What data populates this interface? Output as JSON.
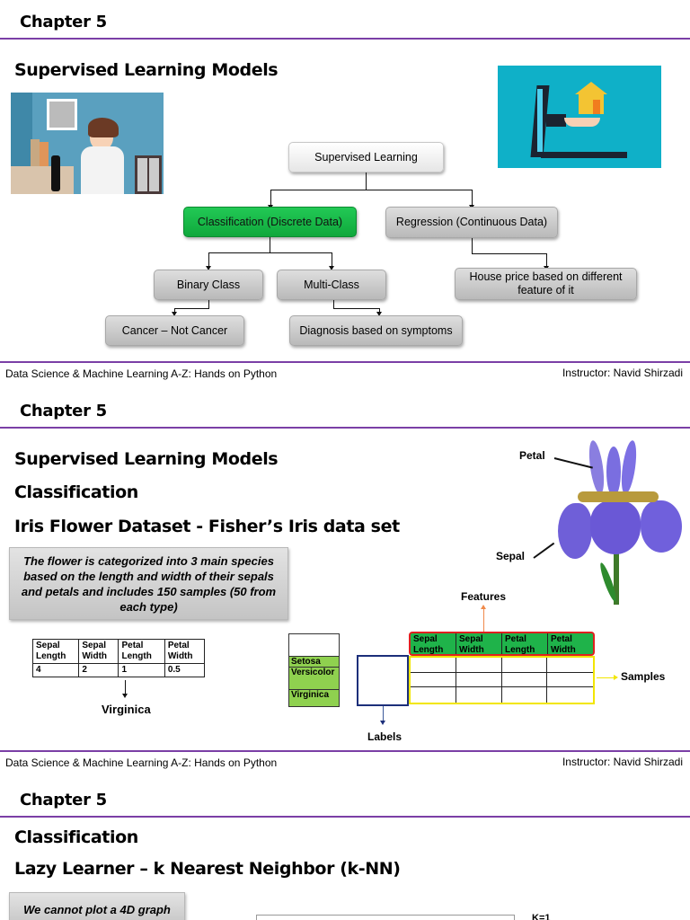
{
  "slides": [
    {
      "chapter": "Chapter 5",
      "title": "Supervised Learning Models",
      "images": {
        "left": "scientist-illustration",
        "right": "house-on-laptop-illustration"
      },
      "diagram": {
        "root": "Supervised Learning",
        "classification": "Classification (Discrete Data)",
        "regression": "Regression (Continuous Data)",
        "binary": "Binary Class",
        "multi": "Multi-Class",
        "house": "House price based on different feature of it",
        "cancer": "Cancer – Not Cancer",
        "diagnosis": "Diagnosis based on symptoms"
      },
      "footer": {
        "left": "Data Science & Machine Learning A-Z: Hands on Python",
        "right": "Instructor: Navid Shirzadi"
      }
    },
    {
      "chapter": "Chapter 5",
      "titles": [
        "Supervised Learning Models",
        "Classification",
        "Iris Flower Dataset - Fisher’s Iris data set"
      ],
      "note": "The flower is categorized into 3 main species based on the length and width of their sepals and petals and includes 150 samples (50 from each type)",
      "sample_table": {
        "headers": [
          [
            "Sepal",
            "Length"
          ],
          [
            "Sepal",
            "Width"
          ],
          [
            "Petal",
            "Length"
          ],
          [
            "Petal",
            "Width"
          ]
        ],
        "values": [
          "4",
          "2",
          "1",
          "0.5"
        ],
        "result": "Virginica"
      },
      "species": [
        "Setosa",
        "Versicolor",
        "Virginica"
      ],
      "features_label": "Features",
      "samples_label": "Samples",
      "labels_label": "Labels",
      "feature_headers": [
        [
          "Sepal",
          "Length"
        ],
        [
          "Sepal",
          "Width"
        ],
        [
          "Petal",
          "Length"
        ],
        [
          "Petal",
          "Width"
        ]
      ],
      "flower_labels": {
        "petal": "Petal",
        "sepal": "Sepal"
      },
      "footer": {
        "left": "Data Science & Machine Learning A-Z: Hands on Python",
        "right": "Instructor: Navid Shirzadi"
      }
    },
    {
      "chapter": "Chapter 5",
      "titles": [
        "Classification",
        "Lazy Learner – k Nearest Neighbor (k-NN)"
      ],
      "note": "We cannot plot a 4D graph",
      "k_label": "K=1"
    }
  ]
}
